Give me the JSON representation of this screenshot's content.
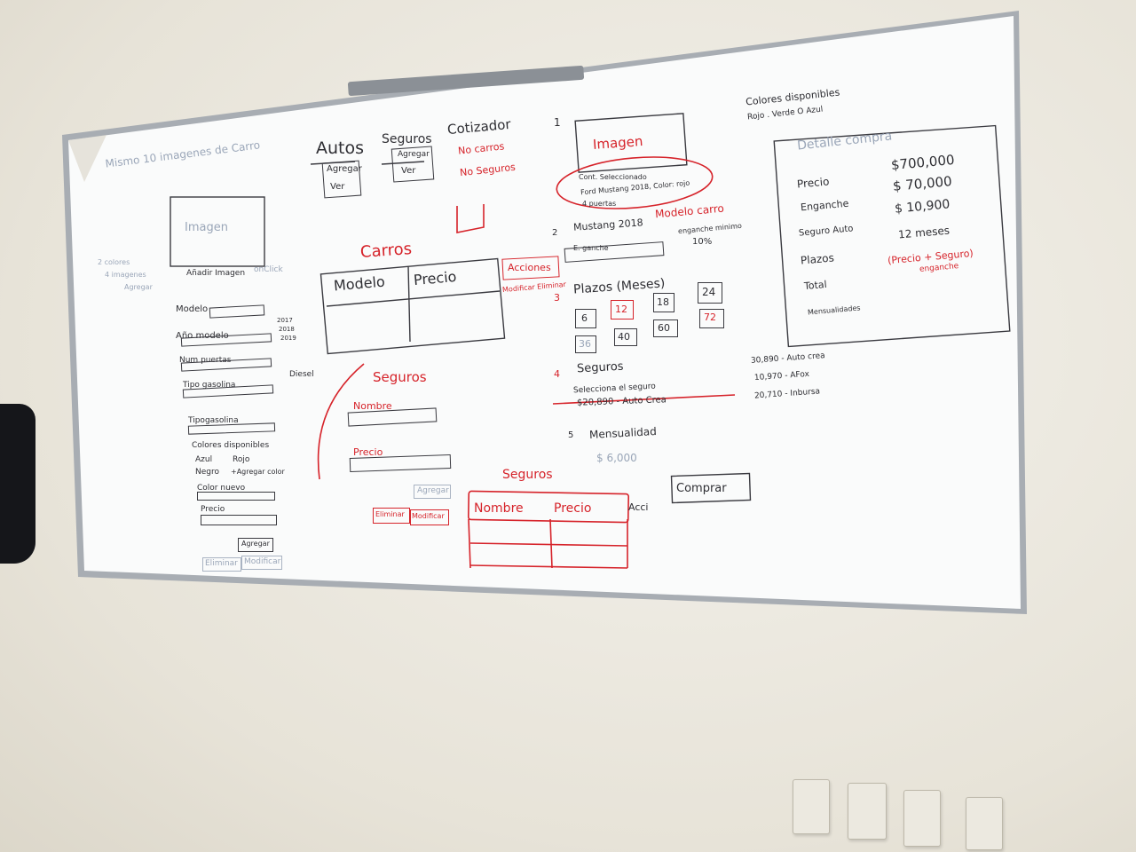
{
  "whiteboard": {
    "left_panel": {
      "header": "Mismo 10 imagenes de Carro",
      "image_placeholder": "Imagen",
      "add_image": "Añadir Imagen",
      "add_image_note": "onClick",
      "side_notes": [
        "2 colores",
        "4 imagenes",
        "Agregar"
      ],
      "modelo": "Modelo",
      "anio_modelo": "Año modelo",
      "years": [
        "2017",
        "2018",
        "2019"
      ],
      "num_puertas": "Num puertas",
      "tipo_gasolina": "Tipo gasolina",
      "diesel": "Diesel",
      "tipo_gasolina_2": "Tipogasolina",
      "colores": "Colores disponibles",
      "azul": "Azul",
      "rojo": "Rojo",
      "negro": "Negro",
      "agregar_color": "+Agregar color",
      "color_nuevo": "Color nuevo",
      "precio": "Precio",
      "agregar": "Agregar",
      "eliminar": "Eliminar",
      "modificar": "Modificar"
    },
    "top_middle": {
      "autos": "Autos",
      "seguros": "Seguros",
      "agregar": "Agregar",
      "ver": "Ver",
      "cotizador": "Cotizador",
      "no_carros": "No carros",
      "no_seguros": "No Seguros"
    },
    "carros": {
      "title": "Carros",
      "col_modelo": "Modelo",
      "col_precio": "Precio",
      "acciones": "Acciones",
      "modificar_eliminar": "Modificar Eliminar"
    },
    "seguros_form": {
      "title": "Seguros",
      "nombre": "Nombre",
      "precio": "Precio",
      "agregar": "Agregar"
    },
    "seguros_table": {
      "title": "Seguros",
      "eliminar": "Eliminar",
      "modificar": "Modificar",
      "col_nombre": "Nombre",
      "col_precio": "Precio",
      "acciones": "Acci"
    },
    "cotizador_flow": {
      "step1": "1",
      "imagen": "Imagen",
      "car_selected": "Cont. Seleccionado",
      "car_desc": "Ford Mustang 2018, Color: rojo",
      "doors": "4 puertas",
      "step2": "2",
      "mustang": "Mustang 2018",
      "modelo_carro": "Modelo carro",
      "enganche": "E. ganche",
      "enganche_min": "enganche minimo",
      "pct": "10%",
      "step3": "3",
      "plazos": "Plazos (Meses)",
      "plazo_values": [
        "6",
        "12",
        "18",
        "24",
        "36",
        "40",
        "60",
        "72"
      ],
      "step4": "4",
      "seguros": "Seguros",
      "selecciona": "Selecciona el seguro",
      "selected_seguro": "$20,890 - Auto Crea",
      "options": [
        "30,890 - Auto crea",
        "10,970 - AFox",
        "20,710 - Inbursa"
      ],
      "step5": "5",
      "mensualidad": "Mensualidad",
      "mensualidad_value": "$ 6,000",
      "comprar": "Comprar"
    },
    "detalle": {
      "colores_title": "Colores disponibles",
      "colores_opts": "Rojo . Verde  O Azul",
      "title": "Detalle compra",
      "precio": "Precio",
      "precio_val": "$700,000",
      "enganche": "Enganche",
      "enganche_val": "$ 70,000",
      "seguro": "Seguro Auto",
      "seguro_val": "$ 10,900",
      "plazos": "Plazos",
      "plazos_val": "12 meses",
      "total": "Total",
      "total_note": "(Precio + Seguro)",
      "total_note2": "enganche",
      "mensualidades": "Mensualidades"
    }
  }
}
